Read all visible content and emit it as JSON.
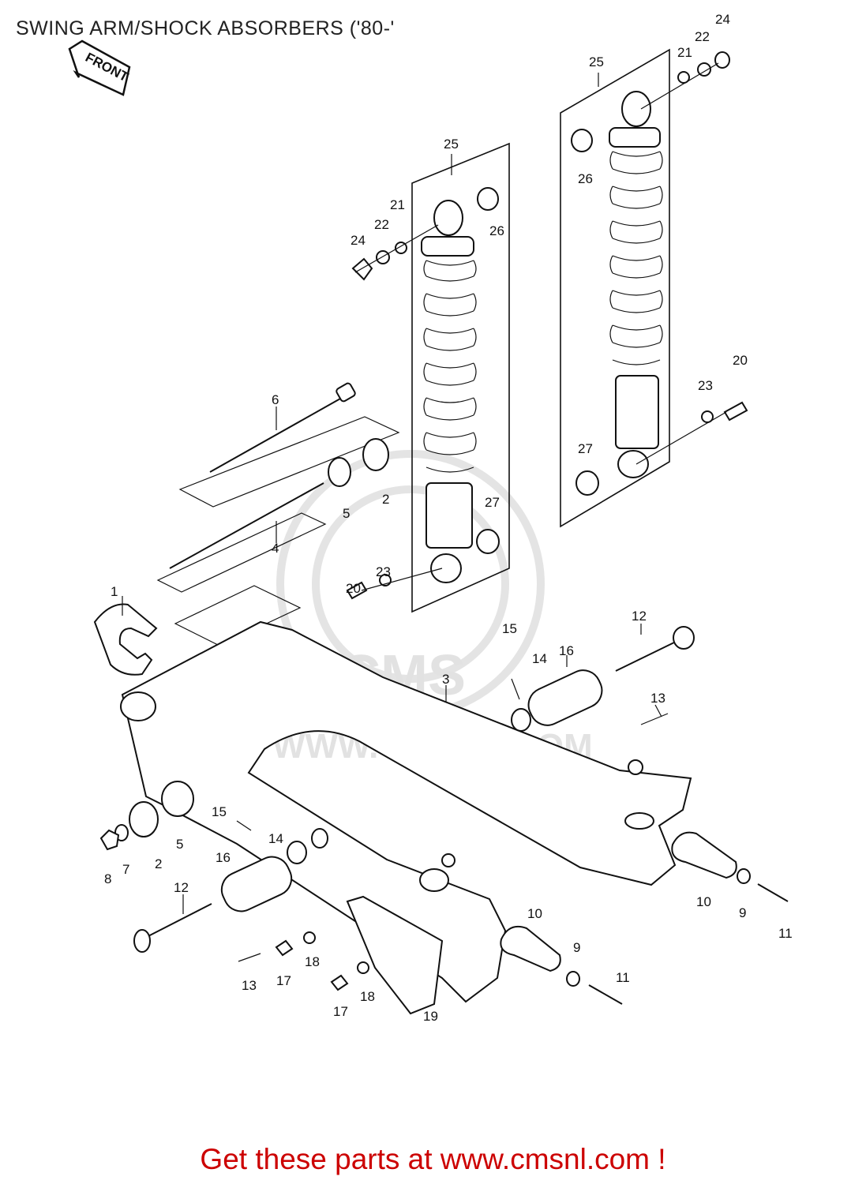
{
  "title": "SWING ARM/SHOCK ABSORBERS ('80-'",
  "front_label": "FRONT",
  "watermark": {
    "logo_text": "CMS",
    "url_text": "WWW.CMSNL.COM"
  },
  "footer_text": "Get these parts at www.cmsnl.com !",
  "callouts": {
    "c1": "1",
    "c2a": "2",
    "c2b": "2",
    "c3": "3",
    "c4": "4",
    "c5a": "5",
    "c5b": "5",
    "c6": "6",
    "c7": "7",
    "c8": "8",
    "c9a": "9",
    "c9b": "9",
    "c10a": "10",
    "c10b": "10",
    "c11a": "11",
    "c11b": "11",
    "c12a": "12",
    "c12b": "12",
    "c13a": "13",
    "c13b": "13",
    "c14a": "14",
    "c14b": "14",
    "c15a": "15",
    "c15b": "15",
    "c16a": "16",
    "c16b": "16",
    "c17a": "17",
    "c17b": "17",
    "c18a": "18",
    "c18b": "18",
    "c19": "19",
    "c20a": "20",
    "c20b": "20",
    "c21a": "21",
    "c21b": "21",
    "c22a": "22",
    "c22b": "22",
    "c23a": "23",
    "c23b": "23",
    "c24a": "24",
    "c24b": "24",
    "c25a": "25",
    "c25b": "25",
    "c26a": "26",
    "c26b": "26",
    "c27a": "27",
    "c27b": "27"
  }
}
